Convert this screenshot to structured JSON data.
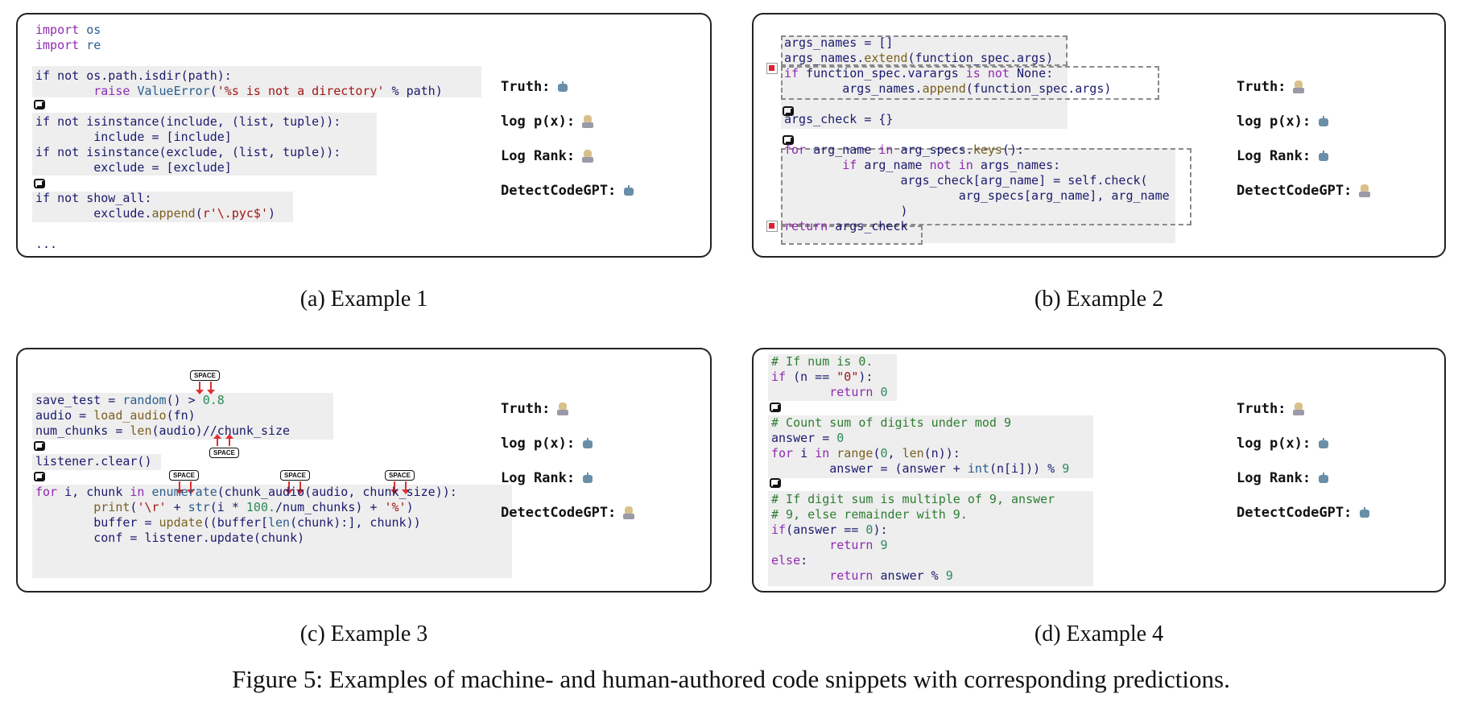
{
  "panels": {
    "a": {
      "caption": "(a) Example 1",
      "code": {
        "l1a": "import",
        "l1b": " os",
        "l2a": "import",
        "l2b": " re",
        "l3": "if not os.path.isdir(path):",
        "l4a": "        raise ",
        "l4b": "ValueError",
        "l4c": "(",
        "l4d": "'%s is not a directory'",
        "l4e": " % path)",
        "l5": "if not isinstance(include, (list, tuple)):",
        "l6": "        include = [include]",
        "l7": "if not isinstance(exclude, (list, tuple)):",
        "l8": "        exclude = [exclude]",
        "l9": "if not show_all:",
        "l10a": "        exclude.",
        "l10b": "append",
        "l10c": "(",
        "l10d": "r'\\.pyc$'",
        "l10e": ")",
        "l11": "..."
      },
      "predictions": {
        "truth": "Truth:",
        "logp": "log p(x):",
        "logrank": "Log Rank:",
        "detect": "DetectCodeGPT:"
      },
      "icons": {
        "truth": "robot-icon",
        "logp": "human-icon",
        "logrank": "human-icon",
        "detect": "robot-icon"
      }
    },
    "b": {
      "caption": "(b) Example 2",
      "code": {
        "l1": "args_names = []",
        "l2a": "args_names.",
        "l2b": "extend",
        "l2c": "(function_spec.args)",
        "l3a": "if",
        "l3b": " function_spec.varargs ",
        "l3c": "is not",
        "l3d": " None:",
        "l4a": "        args_names.",
        "l4b": "append",
        "l4c": "(function_spec.args)",
        "l5": "args_check = {}",
        "l6a": "for",
        "l6b": " arg_name ",
        "l6c": "in",
        "l6d": " arg_specs.",
        "l6e": "keys",
        "l6f": "():",
        "l7a": "        ",
        "l7b": "if",
        "l7c": " arg_name ",
        "l7d": "not in",
        "l7e": " args_names:",
        "l8": "                args_check[arg_name] = self.check(",
        "l9": "                        arg_specs[arg_name], arg_name",
        "l10": "                )",
        "l11a": "return",
        "l11b": " args_check"
      },
      "predictions": {
        "truth": "Truth:",
        "logp": "log p(x):",
        "logrank": "Log Rank:",
        "detect": "DetectCodeGPT:"
      },
      "icons": {
        "truth": "human-icon",
        "logp": "robot-icon",
        "logrank": "robot-icon",
        "detect": "human-icon"
      }
    },
    "c": {
      "caption": "(c) Example 3",
      "code": {
        "l1a": "save_test = ",
        "l1b": "random",
        "l1c": "() > ",
        "l1d": "0.8",
        "l2a": "audio = ",
        "l2b": "load_audio",
        "l2c": "(fn)",
        "l3a": "num_chunks = ",
        "l3b": "len",
        "l3c": "(audio)//chunk_size",
        "l4": "listener.clear()",
        "l5a": "for",
        "l5b": " i, chunk ",
        "l5c": "in",
        "l5d": " enumerate",
        "l5e": "(chunk_audio(audio, chunk_size)):",
        "l6a": "        ",
        "l6b": "print",
        "l6c": "(",
        "l6d": "'\\r'",
        "l6e": " + ",
        "l6f": "str",
        "l6g": "(i * ",
        "l6h": "100.",
        "l6i": "/num_chunks) + ",
        "l6j": "'%'",
        "l6k": ")",
        "l7a": "        buffer = ",
        "l7b": "update",
        "l7c": "((buffer[",
        "l7d": "len",
        "l7e": "(chunk):], chunk))",
        "l8": "        conf = listener.update(chunk)"
      },
      "space_label": "SPACE",
      "predictions": {
        "truth": "Truth:",
        "logp": "log p(x):",
        "logrank": "Log Rank:",
        "detect": "DetectCodeGPT:"
      },
      "icons": {
        "truth": "human-icon",
        "logp": "robot-icon",
        "logrank": "robot-icon",
        "detect": "human-icon"
      }
    },
    "d": {
      "caption": "(d) Example 4",
      "code": {
        "l1": "# If num is 0.",
        "l2a": "if",
        "l2b": " (n == ",
        "l2c": "\"0\"",
        "l2d": "):",
        "l3a": "        ",
        "l3b": "return",
        "l3c": " ",
        "l3d": "0",
        "l4": "# Count sum of digits under mod 9",
        "l5a": "answer = ",
        "l5b": "0",
        "l6a": "for",
        "l6b": " i ",
        "l6c": "in",
        "l6d": " range",
        "l6e": "(",
        "l6f": "0",
        "l6g": ", ",
        "l6h": "len",
        "l6i": "(n)):",
        "l7a": "        answer = (answer + ",
        "l7b": "int",
        "l7c": "(n[i])) % ",
        "l7d": "9",
        "l8": "# If digit sum is multiple of 9, answer",
        "l9": "# 9, else remainder with 9.",
        "l10a": "if",
        "l10b": "(answer == ",
        "l10c": "0",
        "l10d": "):",
        "l11a": "        ",
        "l11b": "return",
        "l11c": " ",
        "l11d": "9",
        "l12a": "else",
        "l12b": ":",
        "l13a": "        ",
        "l13b": "return",
        "l13c": " answer % ",
        "l13d": "9"
      },
      "predictions": {
        "truth": "Truth:",
        "logp": "log p(x):",
        "logrank": "Log Rank:",
        "detect": "DetectCodeGPT:"
      },
      "icons": {
        "truth": "human-icon",
        "logp": "robot-icon",
        "logrank": "robot-icon",
        "detect": "robot-icon"
      }
    }
  },
  "figure_caption": "Figure 5: Examples of machine- and human-authored code snippets with corresponding predictions."
}
